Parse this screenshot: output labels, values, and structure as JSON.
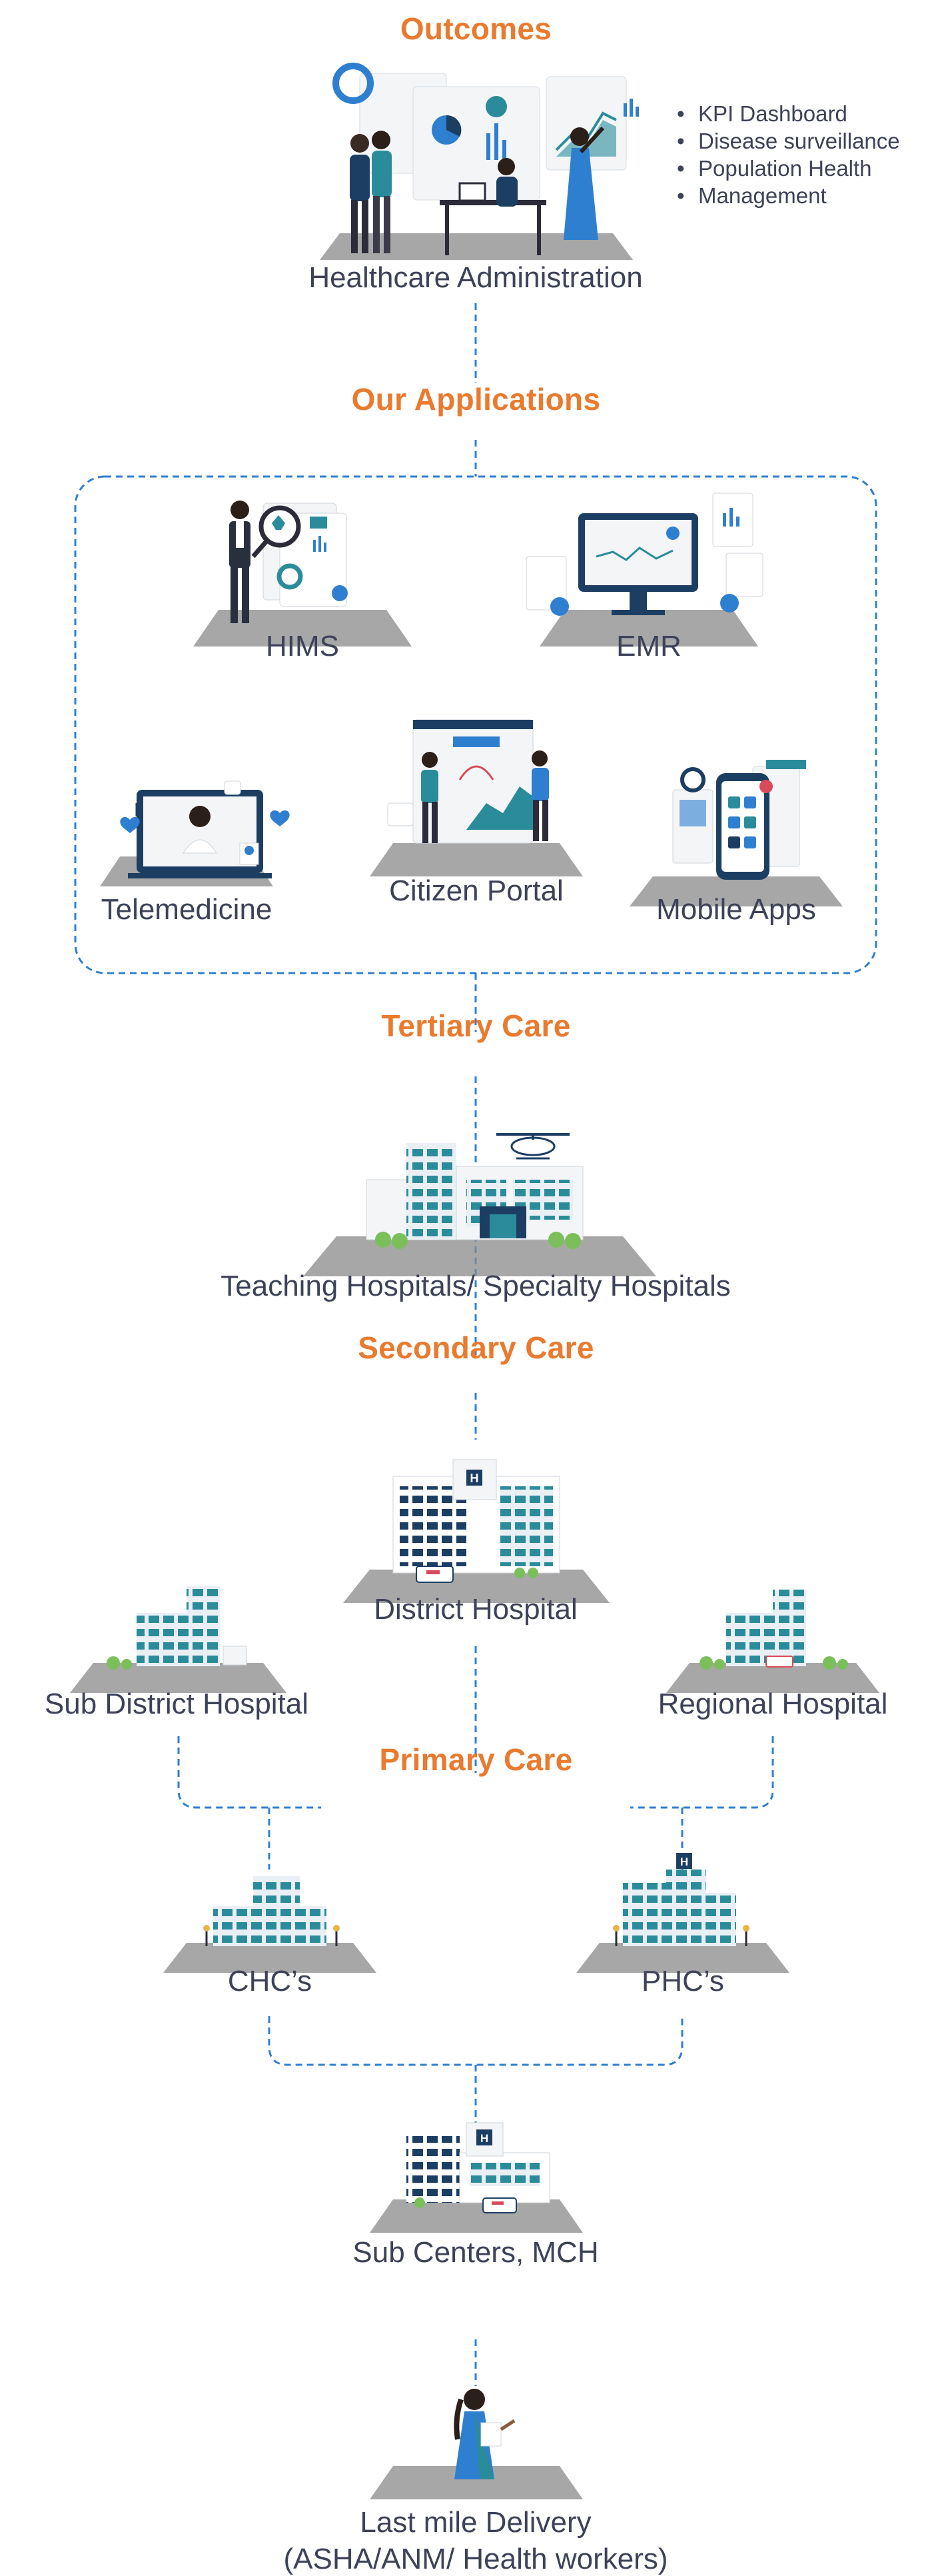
{
  "sections": {
    "outcomes": "Outcomes",
    "applications": "Our Applications",
    "tertiary": "Tertiary Care",
    "secondary": "Secondary Care",
    "primary": "Primary Care"
  },
  "outcomes": {
    "label": "Healthcare Administration",
    "bullets": [
      "KPI Dashboard",
      "Disease surveillance",
      "Population Health",
      "Management"
    ]
  },
  "applications": {
    "hims": "HIMS",
    "emr": "EMR",
    "telemedicine": "Telemedicine",
    "citizen_portal": "Citizen Portal",
    "mobile_apps": "Mobile Apps"
  },
  "tertiary": {
    "label": "Teaching Hospitals/ Specialty Hospitals"
  },
  "secondary": {
    "district": "District Hospital",
    "sub_district": "Sub District Hospital",
    "regional": "Regional Hospital"
  },
  "primary": {
    "chc": "CHC’s",
    "phc": "PHC’s"
  },
  "sub_centers": "Sub Centers, MCH",
  "last_mile": {
    "line1": "Last mile Delivery",
    "line2": "(ASHA/ANM/ Health workers)"
  },
  "colors": {
    "accent": "#e97a2e",
    "line": "#2f7fd1",
    "teal": "#2a8c9a",
    "navy": "#1d3e63",
    "text": "#3d4258"
  }
}
